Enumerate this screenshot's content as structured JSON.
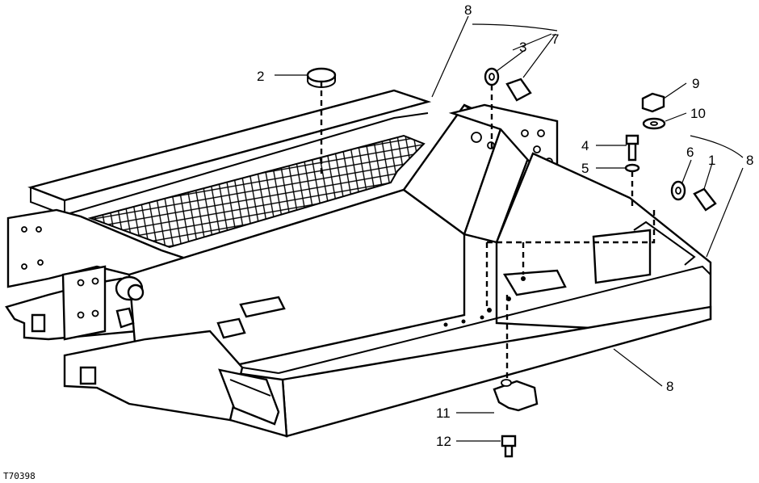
{
  "figure": {
    "id": "T70398",
    "callouts": [
      "1",
      "2",
      "3",
      "4",
      "5",
      "6",
      "7",
      "8",
      "9",
      "10",
      "11",
      "12"
    ]
  }
}
